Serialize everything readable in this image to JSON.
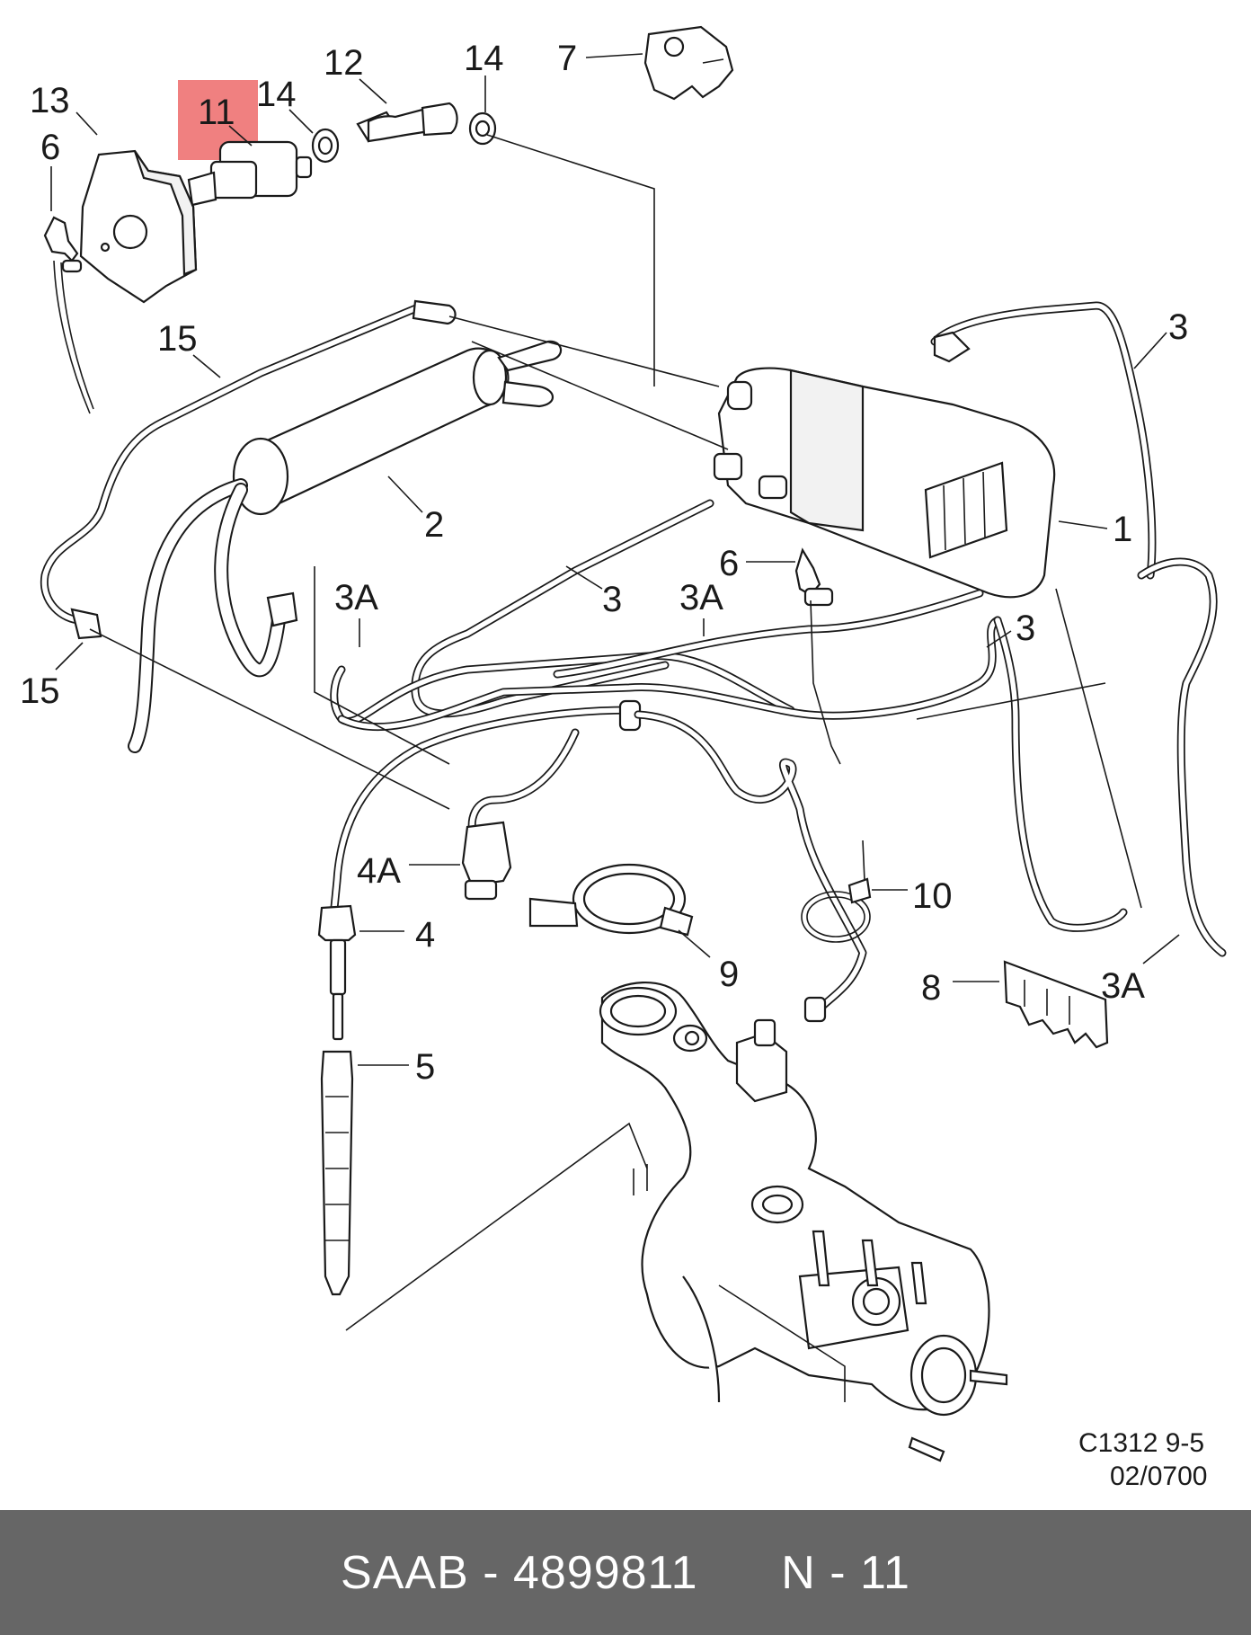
{
  "diagram": {
    "callouts": {
      "c1": "1",
      "c2": "2",
      "c3a": "3",
      "c3b": "3",
      "c3c": "3",
      "c3A_a": "3A",
      "c3A_b": "3A",
      "c3A_c": "3A",
      "c4": "4",
      "c4A": "4A",
      "c5": "5",
      "c6a": "6",
      "c6b": "6",
      "c7": "7",
      "c8": "8",
      "c9": "9",
      "c10": "10",
      "c11": "11",
      "c12": "12",
      "c13": "13",
      "c14a": "14",
      "c14b": "14",
      "c15a": "15",
      "c15b": "15"
    },
    "highlighted_part": "11",
    "highlight_color": "#f08080",
    "drawing_code_line1": "C1312 9-5",
    "drawing_code_line2": "02/0700"
  },
  "footer": {
    "text": "SAAB - 4899811      N - 11",
    "background": "#666666",
    "text_color": "#ffffff"
  }
}
